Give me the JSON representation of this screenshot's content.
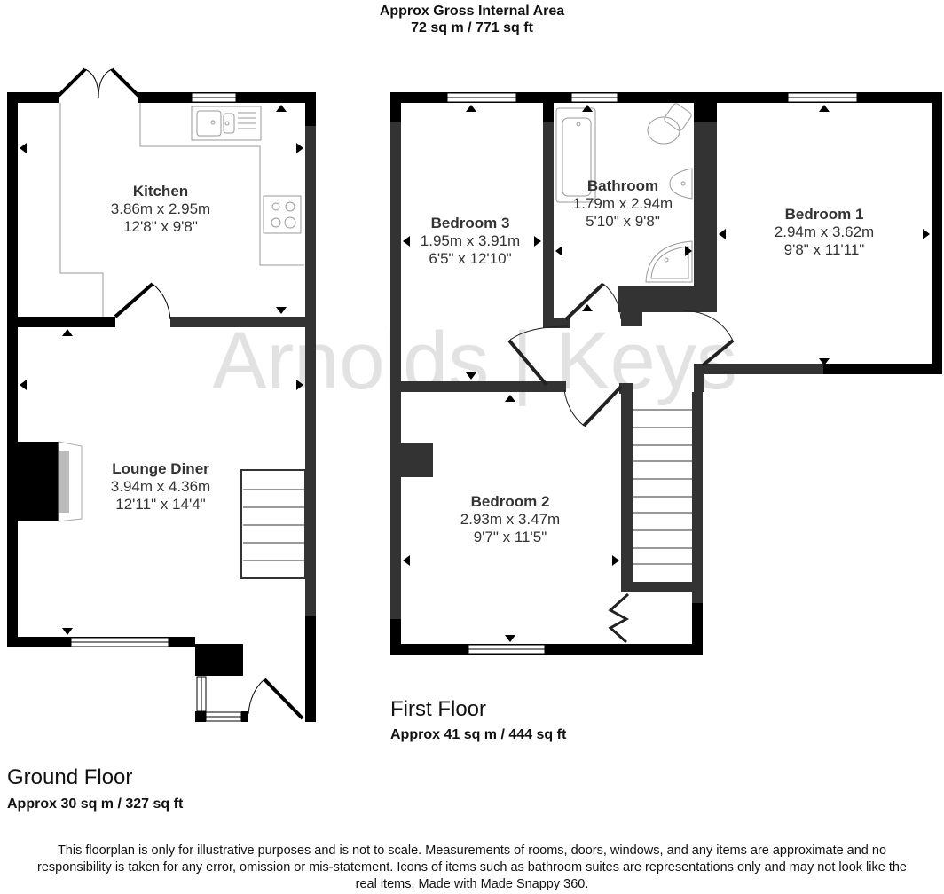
{
  "header": {
    "title": "Approx Gross Internal Area",
    "total_area": "72 sq m / 771 sq ft"
  },
  "watermark": "Arnolds | Keys",
  "floors": {
    "ground": {
      "title": "Ground Floor",
      "area": "Approx 30 sq m / 327 sq ft",
      "rooms": [
        {
          "name": "Kitchen",
          "metric": "3.86m x 2.95m",
          "imperial": "12'8\" x 9'8\""
        },
        {
          "name": "Lounge Diner",
          "metric": "3.94m x 4.36m",
          "imperial": "12'11\" x 14'4\""
        }
      ]
    },
    "first": {
      "title": "First Floor",
      "area": "Approx 41 sq m / 444 sq ft",
      "rooms": [
        {
          "name": "Bedroom 3",
          "metric": "1.95m x 3.91m",
          "imperial": "6'5\" x 12'10\""
        },
        {
          "name": "Bathroom",
          "metric": "1.79m x 2.94m",
          "imperial": "5'10\" x 9'8\""
        },
        {
          "name": "Bedroom 1",
          "metric": "2.94m x 3.62m",
          "imperial": "9'8\" x 11'11\""
        },
        {
          "name": "Bedroom 2",
          "metric": "2.93m x 3.47m",
          "imperial": "9'7\" x 11'5\""
        }
      ]
    }
  },
  "disclaimer": "This floorplan is only for illustrative purposes and is not to scale. Measurements of rooms, doors, windows, and any items are approximate and no responsibility is taken for any error, omission or mis-statement. Icons of items such as bathroom suites are representations only and may not look like the real items. Made with Made Snappy 360.",
  "colors": {
    "outer_wall": "#000000",
    "inner_wall": "#333333",
    "fixture_line": "#9a9a9a",
    "watermark": "#e2e2e2",
    "text": "#333333"
  }
}
